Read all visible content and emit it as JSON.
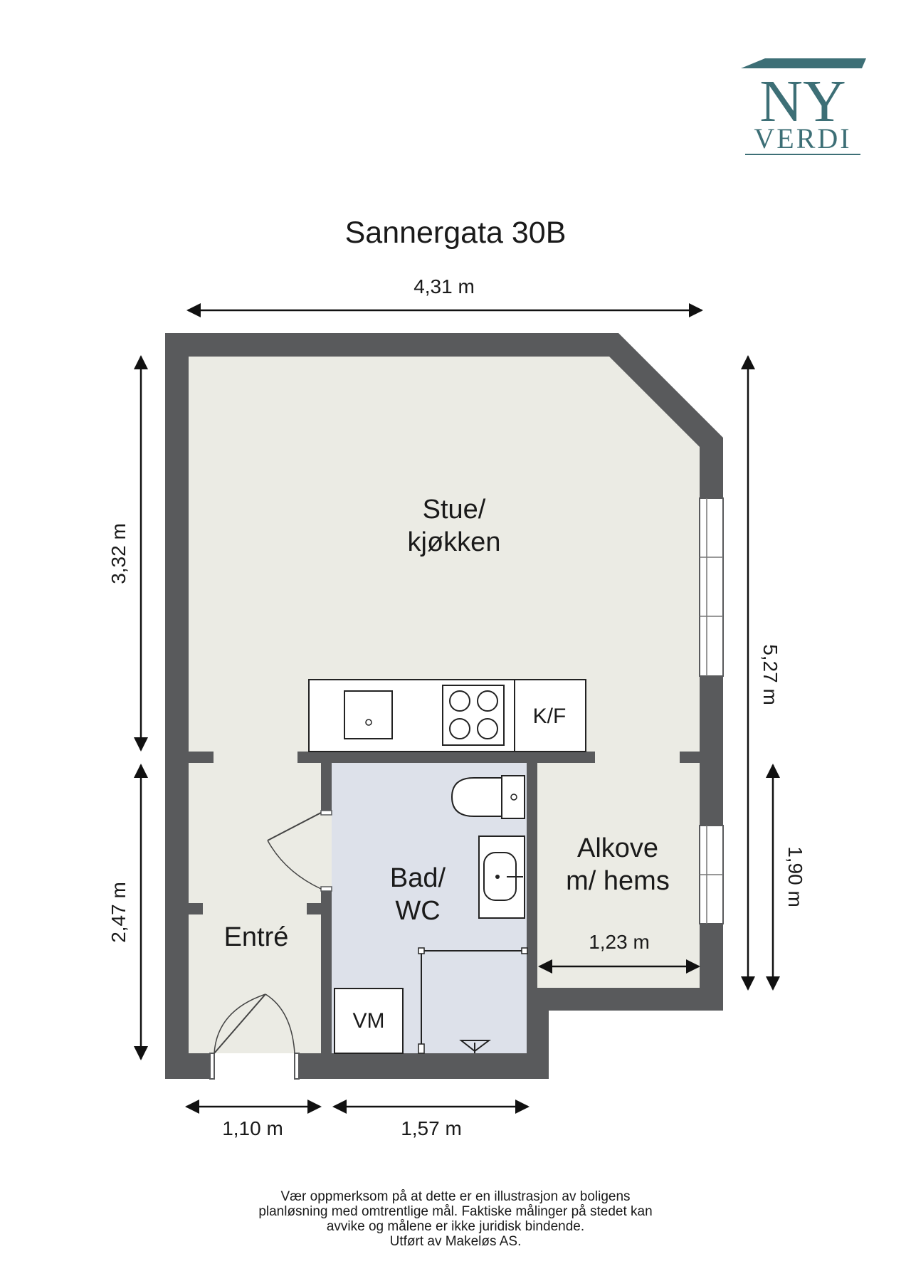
{
  "brand": {
    "logo_line1": "NY",
    "logo_line2": "VERDI",
    "color": "#3d6f76"
  },
  "title": "Sannergata 30B",
  "dimensions": {
    "top_width": "4,31 m",
    "left_upper": "3,32 m",
    "left_lower": "2,47 m",
    "right_total": "5,27 m",
    "right_alkove": "1,90 m",
    "alkove_width": "1,23 m",
    "bottom_entre": "1,10 m",
    "bottom_bad": "1,57 m"
  },
  "rooms": {
    "stue_line1": "Stue/",
    "stue_line2": "kjøkken",
    "bad_line1": "Bad/",
    "bad_line2": "WC",
    "alkove_line1": "Alkove",
    "alkove_line2": "m/ hems",
    "entre": "Entré"
  },
  "fixtures": {
    "fridge": "K/F",
    "washer": "VM"
  },
  "colors": {
    "wall": "#595a5c",
    "floor_main": "#ebebe4",
    "floor_bath": "#dde1ea"
  },
  "disclaimer": {
    "line1": "Vær oppmerksom på at dette er en illustrasjon av boligens",
    "line2": "planløsning med omtrentlige mål. Faktiske målinger på stedet kan",
    "line3": "avvike og målene er ikke juridisk bindende.",
    "line4": "Utført av Makeløs AS."
  }
}
